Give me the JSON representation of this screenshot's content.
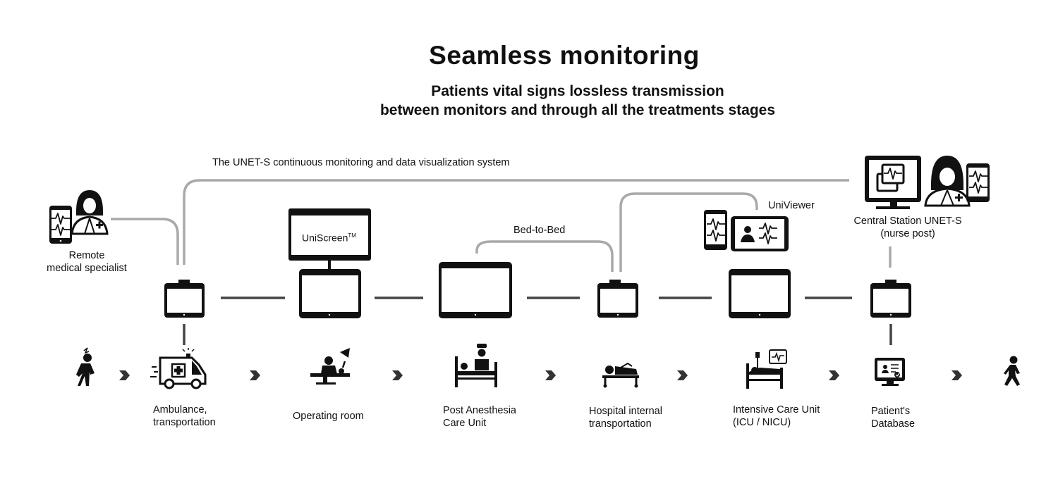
{
  "header": {
    "title": "Seamless monitoring",
    "subtitle_line1": "Patients vital signs lossless transmission",
    "subtitle_line2": "between monitors and through all the treatments stages"
  },
  "network": {
    "system_label": "The UNET-S continuous monitoring and data visualization system",
    "bed_to_bed": "Bed-to-Bed",
    "uniscreen_label": "UniScreen",
    "uniscreen_tm": "TM",
    "univiewer": "UniViewer",
    "central_station_line1": "Central Station UNET-S",
    "central_station_line2": "(nurse post)",
    "remote_line1": "Remote",
    "remote_line2": "medical specialist"
  },
  "stages": [
    {
      "line1": "Ambulance,",
      "line2": "transportation",
      "icon": "ambulance-icon"
    },
    {
      "line1": "Operating room",
      "line2": "",
      "icon": "operating-room-icon"
    },
    {
      "line1": "Post Anesthesia",
      "line2": "Care Unit",
      "icon": "post-anesthesia-bed-icon"
    },
    {
      "line1": "Hospital internal",
      "line2": "transportation",
      "icon": "stretcher-icon"
    },
    {
      "line1": "Intensive Care Unit",
      "line2": "(ICU / NICU)",
      "icon": "icu-bed-icon"
    },
    {
      "line1": "Patient's",
      "line2": "Database",
      "icon": "database-monitor-icon"
    }
  ],
  "colors": {
    "line_gray": "#a9a9a9",
    "line_dark": "#444444",
    "icon_black": "#111111"
  }
}
